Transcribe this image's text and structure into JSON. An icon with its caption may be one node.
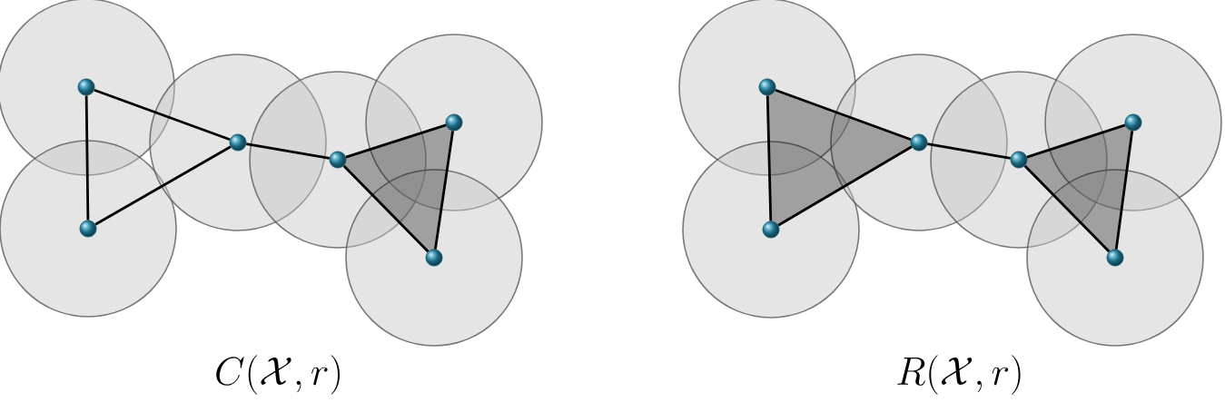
{
  "diagram": {
    "nodes": [
      {
        "text": [],
        "shape": "circle"
      },
      {
        "text": [],
        "shape": "circle"
      },
      {
        "text": [],
        "shape": "circle"
      },
      {
        "text": [],
        "shape": "circle"
      },
      {
        "text": [],
        "shape": "circle"
      },
      {
        "text": [],
        "shape": "circle"
      },
      {
        "text": [],
        "shape": "circle"
      },
      {
        "text": [],
        "shape": "circle"
      },
      {
        "text": [],
        "shape": "circle"
      },
      {
        "text": [],
        "shape": "circle"
      },
      {
        "text": [],
        "shape": "circle"
      },
      {
        "text": [],
        "shape": "circle"
      }
    ],
    "edges": [
      {
        "from": 0,
        "to": 1,
        "arrow": "none"
      },
      {
        "from": 0,
        "to": 2,
        "arrow": "none"
      },
      {
        "from": 1,
        "to": 2,
        "arrow": "none"
      },
      {
        "from": 2,
        "to": 3,
        "arrow": "none"
      },
      {
        "from": 3,
        "to": 4,
        "arrow": "none"
      },
      {
        "from": 3,
        "to": 5,
        "arrow": "none"
      },
      {
        "from": 4,
        "to": 5,
        "arrow": "none"
      },
      {
        "from": 6,
        "to": 7,
        "arrow": "none"
      },
      {
        "from": 6,
        "to": 8,
        "arrow": "none"
      },
      {
        "from": 7,
        "to": 8,
        "arrow": "none"
      },
      {
        "from": 8,
        "to": 9,
        "arrow": "none"
      },
      {
        "from": 9,
        "to": 10,
        "arrow": "none"
      },
      {
        "from": 9,
        "to": 11,
        "arrow": "none"
      },
      {
        "from": 10,
        "to": 11,
        "arrow": "none"
      }
    ],
    "labels": [
      "C(\\mathcal{X}, r)",
      "R(\\mathcal{X}, r)"
    ]
  }
}
